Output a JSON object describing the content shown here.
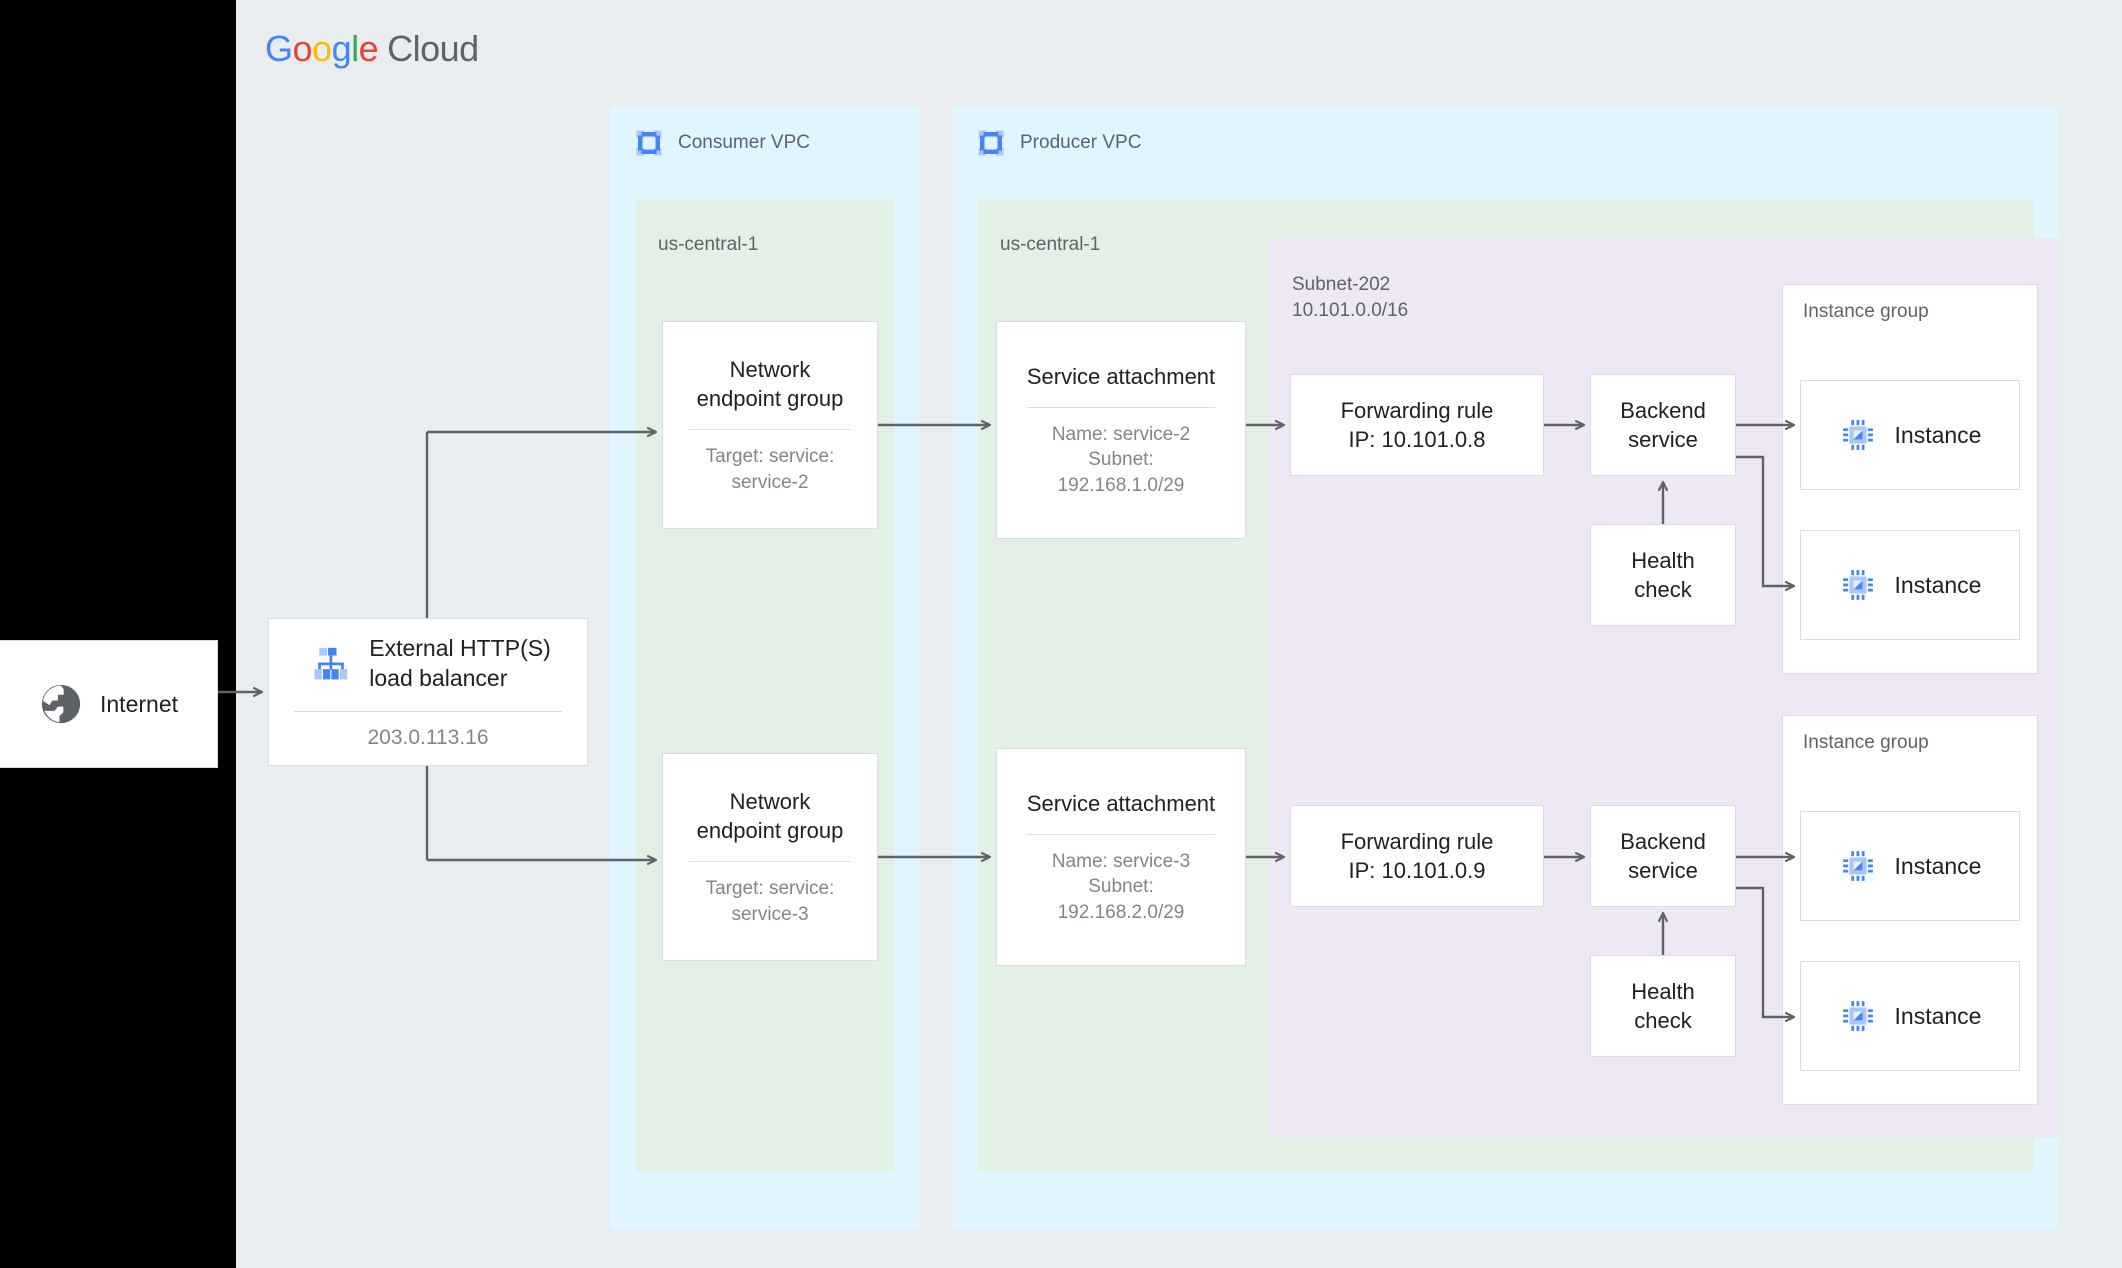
{
  "brand": {
    "google": [
      "G",
      "o",
      "o",
      "g",
      "l",
      "e"
    ],
    "cloud": "Cloud"
  },
  "internet": {
    "label": "Internet",
    "icon": "globe-icon"
  },
  "load_balancer": {
    "title": "External HTTP(S) load balancer",
    "title_line1": "External HTTP(S)",
    "title_line2": "load balancer",
    "ip": "203.0.113.16",
    "icon": "load-balancer-icon"
  },
  "consumer_vpc": {
    "label": "Consumer VPC",
    "icon": "vpc-icon",
    "region": "us-central-1",
    "negs": [
      {
        "title_line1": "Network",
        "title_line2": "endpoint group",
        "sub_line1": "Target: service:",
        "sub_line2": "service-2"
      },
      {
        "title_line1": "Network",
        "title_line2": "endpoint group",
        "sub_line1": "Target: service:",
        "sub_line2": "service-3"
      }
    ]
  },
  "producer_vpc": {
    "label": "Producer VPC",
    "icon": "vpc-icon",
    "region": "us-central-1",
    "service_attachments": [
      {
        "title": "Service attachment",
        "sub_line1": "Name: service-2",
        "sub_line2": "Subnet:",
        "sub_line3": "192.168.1.0/29"
      },
      {
        "title": "Service attachment",
        "sub_line1": "Name: service-3",
        "sub_line2": "Subnet:",
        "sub_line3": "192.168.2.0/29"
      }
    ],
    "subnet": {
      "name": "Subnet-202",
      "cidr": "10.101.0.0/16",
      "rows": [
        {
          "forwarding_rule_line1": "Forwarding rule",
          "forwarding_rule_line2": "IP: 10.101.0.8",
          "backend_service_line1": "Backend",
          "backend_service_line2": "service",
          "health_check_line1": "Health",
          "health_check_line2": "check",
          "instance_group_label": "Instance group",
          "instances": [
            "Instance",
            "Instance"
          ]
        },
        {
          "forwarding_rule_line1": "Forwarding rule",
          "forwarding_rule_line2": "IP: 10.101.0.9",
          "backend_service_line1": "Backend",
          "backend_service_line2": "service",
          "health_check_line1": "Health",
          "health_check_line2": "check",
          "instance_group_label": "Instance group",
          "instances": [
            "Instance",
            "Instance"
          ]
        }
      ]
    }
  },
  "colors": {
    "canvas": "#eaedef",
    "vpc": "#e1f5fe",
    "region": "#e3f0e6",
    "subnet": "#ede7f6",
    "node_border": "#dadce0",
    "connector": "#5f6368",
    "accent_blue": "#4285f4",
    "accent_blue_light": "#a9c7fa",
    "text_primary": "#202124",
    "text_secondary": "#5f6368",
    "text_muted": "#80868b"
  }
}
